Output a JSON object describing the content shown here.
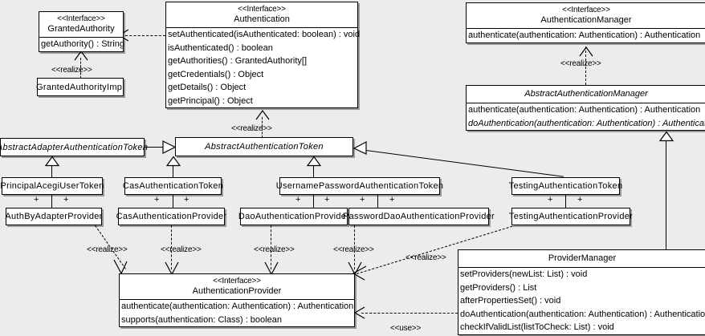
{
  "diagram": {
    "type": "uml-class-diagram",
    "background_color": "#ececec",
    "box_fill": "#ffffff",
    "line_color": "#000000",
    "stereotype_interface": "<<Interface>>",
    "relation_labels": {
      "realize": "<<realize>>",
      "use": "<<use>>"
    },
    "visibility_marker": "+"
  },
  "classes": {
    "granted_authority": {
      "stereotype": "<<Interface>>",
      "name": "GrantedAuthority",
      "operations": [
        "getAuthority() : String"
      ]
    },
    "granted_authority_impl": {
      "name": "GrantedAuthorityImpl",
      "operations": []
    },
    "authentication": {
      "stereotype": "<<Interface>>",
      "name": "Authentication",
      "operations": [
        "setAuthenticated(isAuthenticated: boolean) : void",
        "isAuthenticated() : boolean",
        "getAuthorities() : GrantedAuthority[]",
        "getCredentials() : Object",
        "getDetails() : Object",
        "getPrincipal() : Object"
      ]
    },
    "authentication_manager": {
      "stereotype": "<<Interface>>",
      "name": "AuthenticationManager",
      "operations": [
        "authenticate(authentication: Authentication) : Authentication"
      ]
    },
    "abstract_authentication_manager": {
      "name": "AbstractAuthenticationManager",
      "abstract": true,
      "operations": [
        "authenticate(authentication: Authentication) : Authentication",
        "doAuthentication(authentication: Authentication) : Authentication"
      ]
    },
    "abstract_adapter_authentication_token": {
      "name": "AbstractAdapterAuthenticationToken",
      "abstract": true
    },
    "abstract_authentication_token": {
      "name": "AbstractAuthenticationToken",
      "abstract": true
    },
    "principal_acegi_user_token": {
      "name": "PrincipalAcegiUserToken"
    },
    "cas_authentication_token": {
      "name": "CasAuthenticationToken"
    },
    "username_password_authentication_token": {
      "name": "UsernamePasswordAuthenticationToken"
    },
    "testing_authentication_token": {
      "name": "TestingAuthenticationToken"
    },
    "auth_by_adapter_provider": {
      "name": "AuthByAdapterProvider"
    },
    "cas_authentication_provider": {
      "name": "CasAuthenticationProvider"
    },
    "dao_authentication_provider": {
      "name": "DaoAuthenticationProvider"
    },
    "password_dao_authentication_provider": {
      "name": "PasswordDaoAuthenticationProvider"
    },
    "testing_authentication_provider": {
      "name": "TestingAuthenticationProvider"
    },
    "authentication_provider": {
      "stereotype": "<<Interface>>",
      "name": "AuthenticationProvider",
      "operations": [
        "authenticate(authentication: Authentication) : Authentication",
        "supports(authentication: Class) : boolean"
      ]
    },
    "provider_manager": {
      "name": "ProviderManager",
      "operations": [
        "setProviders(newList: List) : void",
        "getProviders() : List",
        "afterPropertiesSet() : void",
        "doAuthentication(authentication: Authentication) : Authentication",
        "checkIfValidList(listToCheck: List) : void"
      ]
    }
  },
  "relations": [
    {
      "label": "<<use>>",
      "from": "authentication",
      "to": "granted_authority",
      "kind": "dependency"
    },
    {
      "label": "<<realize>>",
      "from": "granted_authority_impl",
      "to": "granted_authority",
      "kind": "realization"
    },
    {
      "label": "<<realize>>",
      "from": "abstract_authentication_token",
      "to": "authentication",
      "kind": "realization"
    },
    {
      "label": "<<realize>>",
      "from": "abstract_authentication_manager",
      "to": "authentication_manager",
      "kind": "realization"
    },
    {
      "label": "",
      "from": "abstract_adapter_authentication_token",
      "to": "abstract_authentication_token",
      "kind": "generalization"
    },
    {
      "label": "",
      "from": "principal_acegi_user_token",
      "to": "abstract_adapter_authentication_token",
      "kind": "generalization"
    },
    {
      "label": "",
      "from": "cas_authentication_token",
      "to": "abstract_authentication_token",
      "kind": "generalization"
    },
    {
      "label": "",
      "from": "username_password_authentication_token",
      "to": "abstract_authentication_token",
      "kind": "generalization"
    },
    {
      "label": "",
      "from": "testing_authentication_token",
      "to": "abstract_authentication_token",
      "kind": "generalization"
    },
    {
      "label": "<<realize>>",
      "from": "auth_by_adapter_provider",
      "to": "authentication_provider",
      "kind": "realization"
    },
    {
      "label": "<<realize>>",
      "from": "cas_authentication_provider",
      "to": "authentication_provider",
      "kind": "realization"
    },
    {
      "label": "<<realize>>",
      "from": "dao_authentication_provider",
      "to": "authentication_provider",
      "kind": "realization"
    },
    {
      "label": "<<realize>>",
      "from": "password_dao_authentication_provider",
      "to": "authentication_provider",
      "kind": "realization"
    },
    {
      "label": "<<realize>>",
      "from": "testing_authentication_provider",
      "to": "authentication_provider",
      "kind": "realization"
    },
    {
      "label": "<<use>>",
      "from": "provider_manager",
      "to": "authentication_provider",
      "kind": "dependency"
    },
    {
      "label": "",
      "from": "provider_manager",
      "to": "abstract_authentication_manager",
      "kind": "generalization"
    }
  ],
  "plus_markers": [
    "+",
    "+",
    "+",
    "+",
    "+",
    "+",
    "+",
    "+",
    "+",
    "+",
    "+",
    "+"
  ]
}
